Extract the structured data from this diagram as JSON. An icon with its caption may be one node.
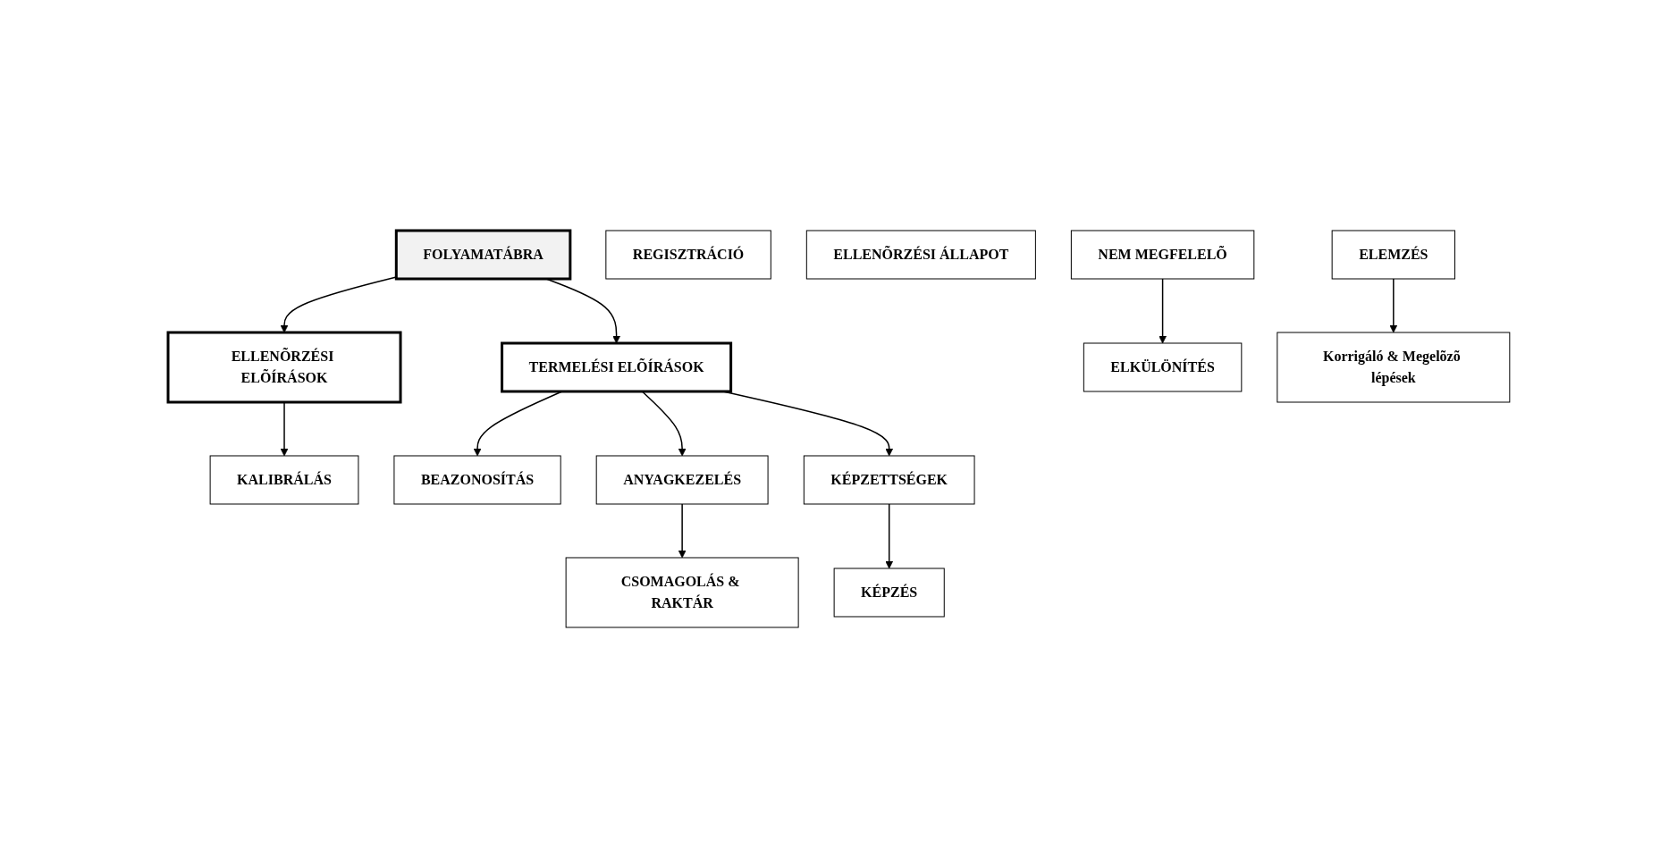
{
  "diagram": {
    "nodes": [
      {
        "text": [
          "FOLYAMATÁBRA"
        ]
      },
      {
        "text": [
          "ELLENÕRZÉSI ELÕÍRÁSOK"
        ]
      },
      {
        "text": [
          "REGISZTRÁCIÓ"
        ]
      },
      {
        "text": [
          "KALIBRÁLÁS"
        ]
      },
      {
        "text": [
          "ELLENÕRZÉSI ÁLLAPOT"
        ]
      },
      {
        "text": [
          "NEM MEGFELELÕ"
        ]
      },
      {
        "text": [
          "TERMELÉSI ELÕÍRÁSOK"
        ]
      },
      {
        "text": [
          "BEAZONOSÍTÁS"
        ]
      },
      {
        "text": [
          "ANYAGKEZELÉS"
        ]
      },
      {
        "text": [
          "KÉPZETTSÉGEK"
        ]
      },
      {
        "text": [
          "CSOMAGOLÁS & RAKTÁR"
        ]
      },
      {
        "text": [
          "KÉPZÉS"
        ]
      },
      {
        "text": [
          "ELKÜLÖNÍTÉS"
        ]
      },
      {
        "text": [
          "ELEMZÉS"
        ]
      },
      {
        "text": [
          "Korrigáló & Megelõzõ lépések"
        ]
      }
    ],
    "edges": [
      {
        "from": 0,
        "to": 1,
        "arrow": "to"
      },
      {
        "from": 0,
        "to": 6,
        "arrow": "to"
      },
      {
        "from": 1,
        "to": 3,
        "arrow": "to"
      },
      {
        "from": 5,
        "to": 12,
        "arrow": "to"
      },
      {
        "from": 6,
        "to": 7,
        "arrow": "to"
      },
      {
        "from": 6,
        "to": 8,
        "arrow": "to"
      },
      {
        "from": 6,
        "to": 9,
        "arrow": "to"
      },
      {
        "from": 8,
        "to": 10,
        "arrow": "to"
      },
      {
        "from": 9,
        "to": 11,
        "arrow": "to"
      },
      {
        "from": 13,
        "to": 14,
        "arrow": "to"
      }
    ]
  }
}
